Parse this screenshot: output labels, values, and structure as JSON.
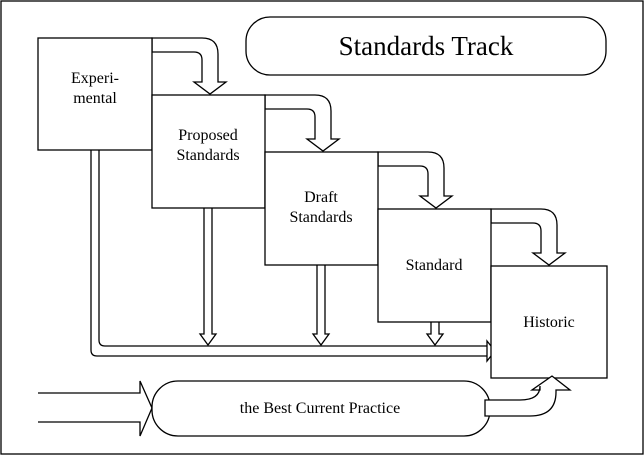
{
  "title": "Standards Track",
  "boxes": {
    "experimental": [
      "Experi-",
      "mental"
    ],
    "proposed": [
      "Proposed",
      "Standards"
    ],
    "draft": [
      "Draft",
      "Standards"
    ],
    "standard": [
      "Standard"
    ],
    "historic": [
      "Historic"
    ]
  },
  "bcp": "the Best Current Practice",
  "colors": {
    "stroke": "#000000",
    "fill": "#ffffff"
  }
}
